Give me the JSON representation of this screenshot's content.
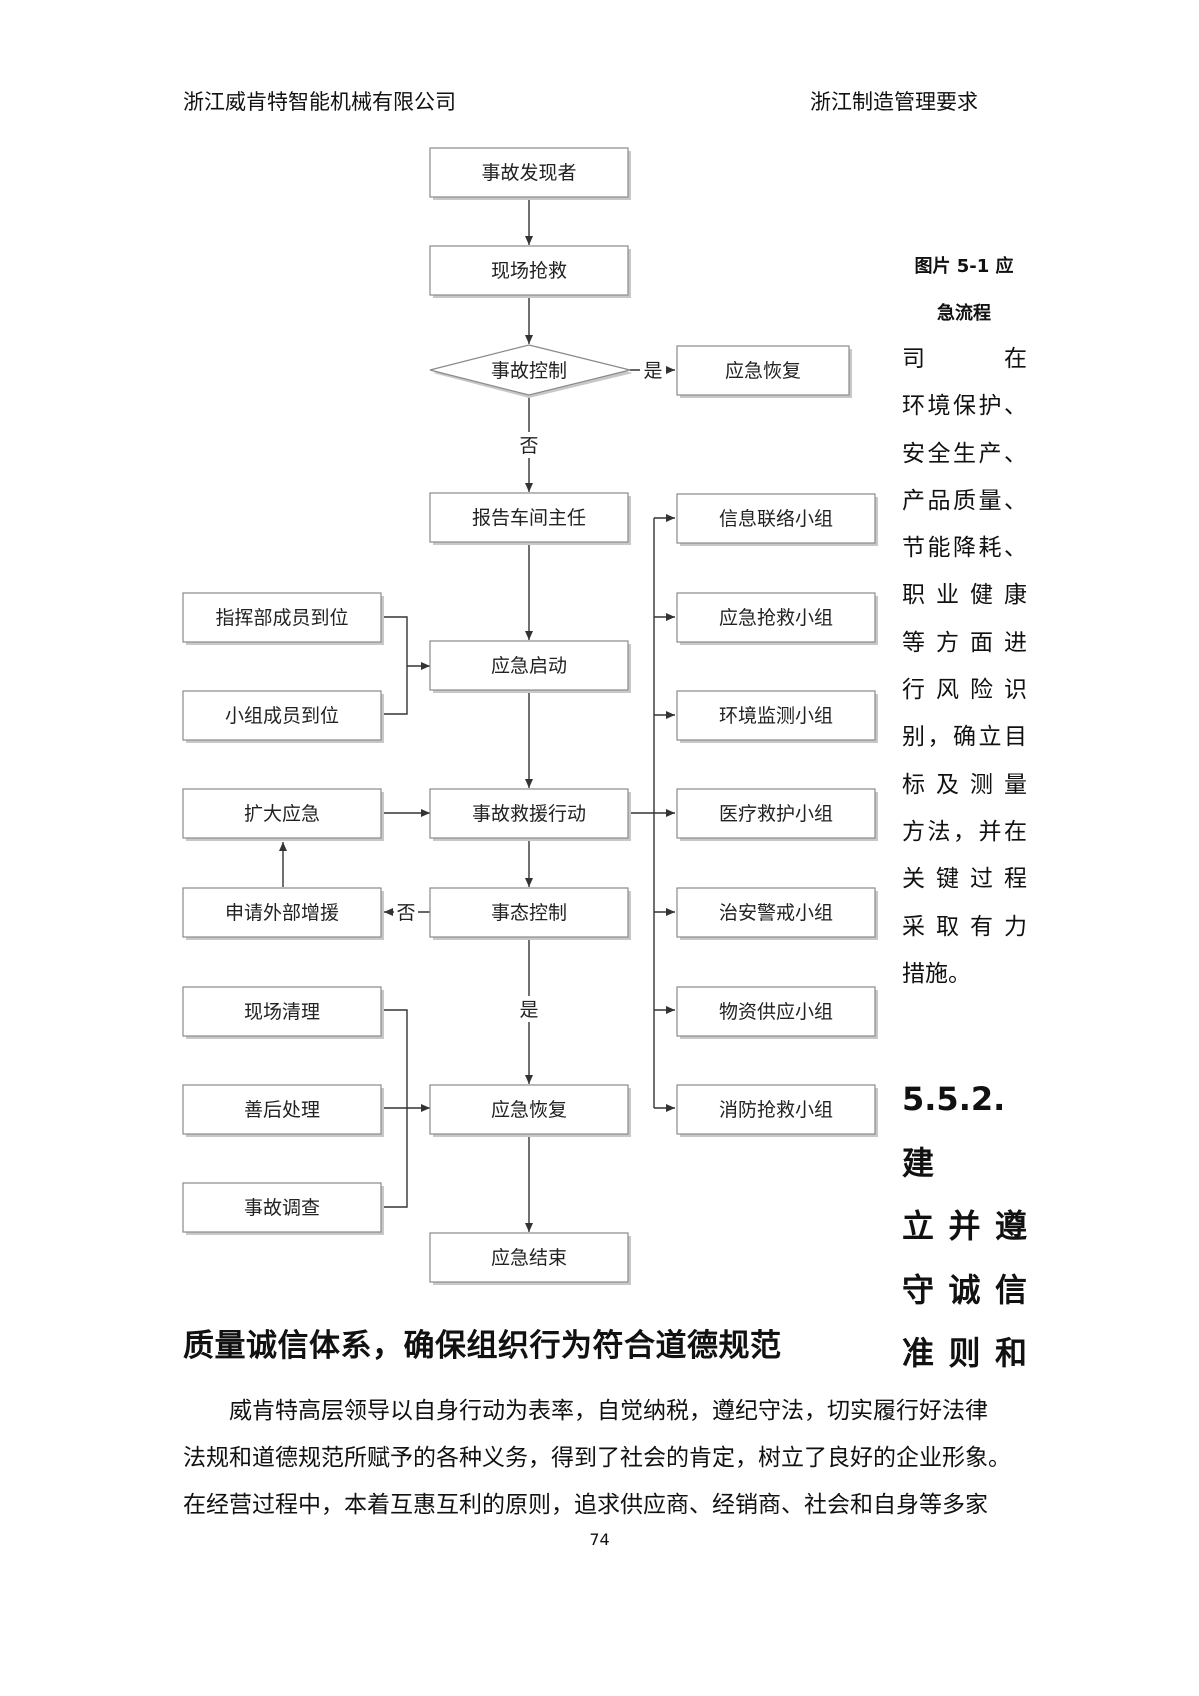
{
  "header": {
    "company": "浙江威肯特智能机械有限公司",
    "doc_title": "浙江制造管理要求"
  },
  "flow": {
    "main": [
      "事故发现者",
      "现场抢救",
      "事故控制",
      "报告车间主任",
      "应急启动",
      "事故救援行动",
      "事态控制",
      "应急恢复",
      "应急结束"
    ],
    "yes_box": "应急恢复",
    "yes_label": "是",
    "no_label": "否",
    "left_start": [
      "指挥部成员到位",
      "小组成员到位"
    ],
    "escalate": "扩大应急",
    "request_help": "申请外部增援",
    "left_recover": [
      "现场清理",
      "善后处理",
      "事故调查"
    ],
    "teams": [
      "信息联络小组",
      "应急抢救小组",
      "环境监测小组",
      "医疗救护小组",
      "治安警戒小组",
      "物资供应小组",
      "消防抢救小组"
    ]
  },
  "caption": {
    "line1": "图片 5-1 应",
    "line2": "急流程"
  },
  "side_text": [
    "司　在",
    "环境保护、",
    "安全生产、",
    "产品质量、",
    "节能降耗、",
    "职业健康",
    "等方面进",
    "行风险识",
    "别，确立目",
    "标及测量",
    "方法，并在",
    "关键过程",
    "采取有力",
    "措施。"
  ],
  "section": {
    "heading_lines": [
      "5.5.2. 建",
      "立并遵",
      "守诚信",
      "准则和"
    ],
    "subtitle": "质量诚信体系，确保组织行为符合道德规范"
  },
  "paragraph": [
    "　　威肯特高层领导以自身行动为表率，自觉纳税，遵纪守法，切实履行好法律",
    "法规和道德规范所赋予的各种义务，得到了社会的肯定，树立了良好的企业形象。",
    "在经营过程中，本着互惠互利的原则，追求供应商、经销商、社会和自身等多家"
  ],
  "page_number": "74"
}
